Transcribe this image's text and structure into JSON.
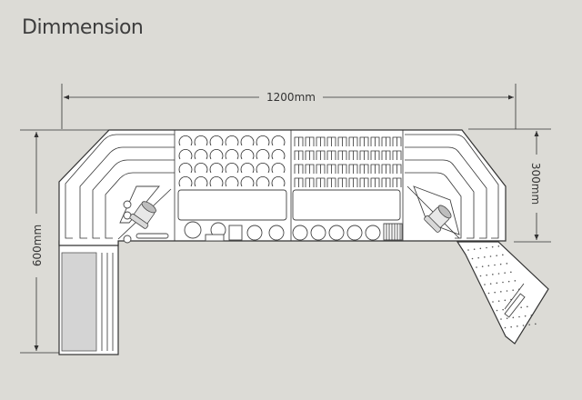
{
  "title": "Dimmension",
  "dimensions": {
    "width": "1200mm",
    "depth_left": "600mm",
    "depth_right": "300mm"
  },
  "colors": {
    "background": "#dcdbd6",
    "line": "#333333",
    "title": "#3e3e3e"
  }
}
